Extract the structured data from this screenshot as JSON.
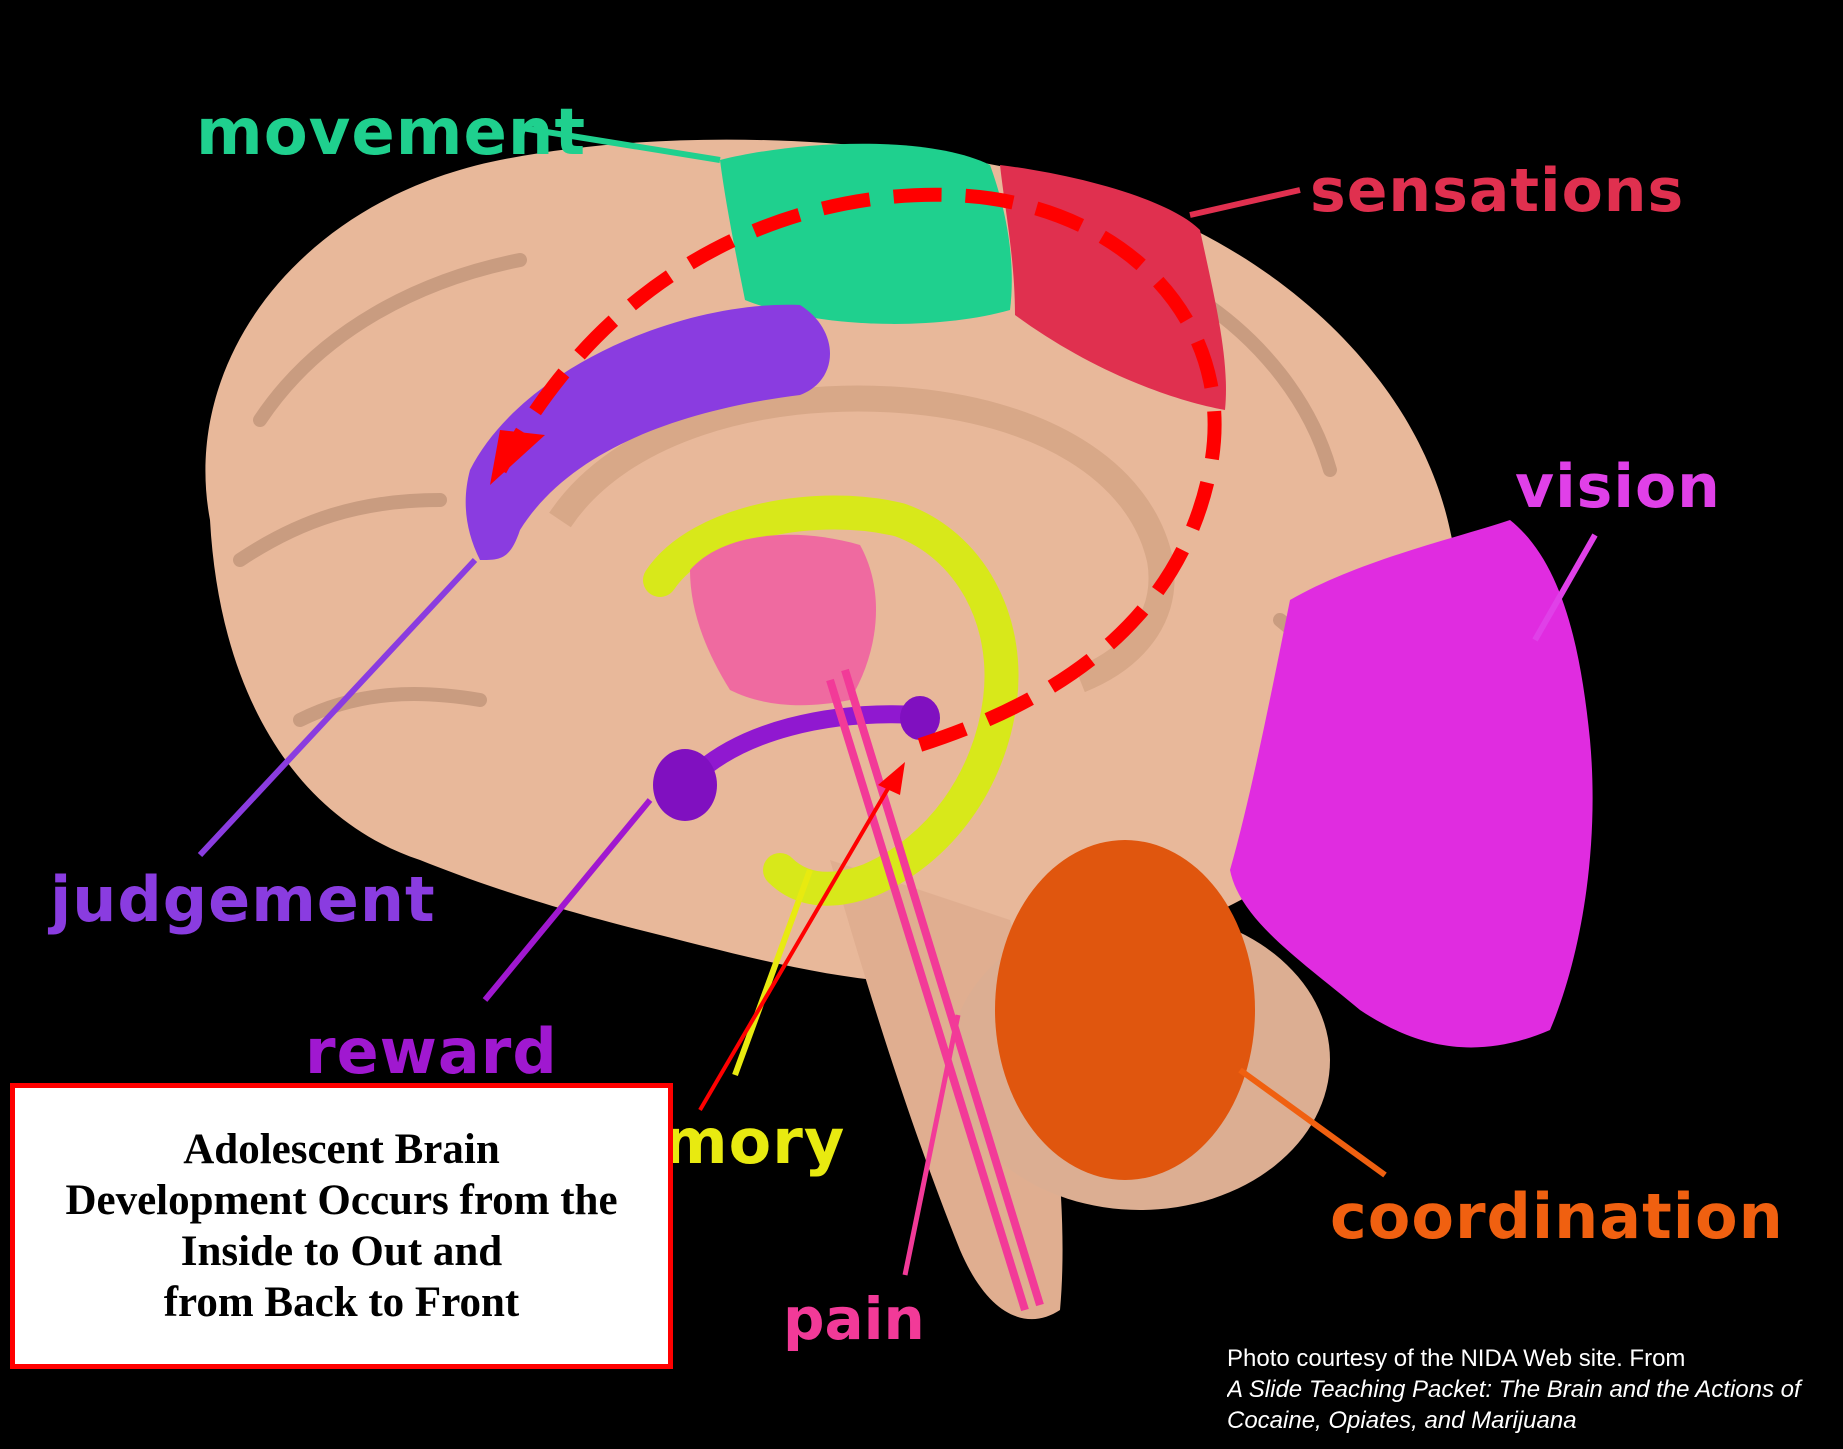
{
  "labels": {
    "movement": "movement",
    "sensations": "sensations",
    "vision": "vision",
    "judgement": "judgement",
    "reward": "reward",
    "memory": "emory",
    "coordination": "coordination",
    "pain": "pain"
  },
  "caption": {
    "text": "Adolescent Brain\nDevelopment Occurs from the\nInside to Out and\nfrom Back to Front"
  },
  "credit": {
    "line": "Photo courtesy of the NIDA Web site. From",
    "source": "A Slide Teaching Packet: The Brain and the Actions of Cocaine, Opiates, and Marijuana"
  },
  "colors": {
    "background": "#000000",
    "brain": "#e8b89a",
    "movement": "#1fd08e",
    "sensations": "#e0304f",
    "vision": "#e040e8",
    "judgement": "#8a3ce0",
    "reward": "#a018d0",
    "memory": "#e8ea10",
    "coordination": "#f06010",
    "pain": "#f23a98",
    "development_path": "#ff0000"
  }
}
